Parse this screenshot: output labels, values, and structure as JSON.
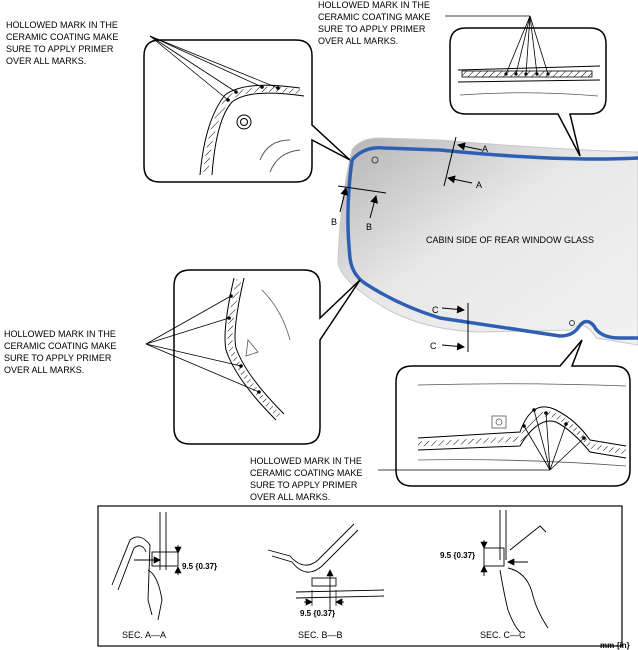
{
  "callouts": {
    "top_right": [
      "HOLLOWED MARK IN THE",
      "CERAMIC COATING MAKE",
      "SURE TO APPLY PRIMER",
      "OVER ALL MARKS."
    ],
    "top_left": [
      "HOLLOWED MARK IN THE",
      "CERAMIC COATING MAKE",
      "SURE TO APPLY PRIMER",
      "OVER ALL MARKS."
    ],
    "mid_left": [
      "HOLLOWED MARK IN THE",
      "CERAMIC COATING MAKE",
      "SURE TO APPLY PRIMER",
      "OVER ALL MARKS."
    ],
    "bottom": [
      "HOLLOWED MARK IN THE",
      "CERAMIC COATING MAKE",
      "SURE TO APPLY PRIMER",
      "OVER ALL MARKS."
    ]
  },
  "glass_label": "CABIN SIDE OF REAR WINDOW GLASS",
  "section_markers": {
    "a": "A",
    "b": "B",
    "c": "C"
  },
  "sections": {
    "aa": {
      "title": "SEC. A—A",
      "dimension": "9.5 {0.37}"
    },
    "bb": {
      "title": "SEC. B—B",
      "dimension": "9.5 {0.37}"
    },
    "cc": {
      "title": "SEC. C—C",
      "dimension": "9.5 {0.37}"
    }
  },
  "unit_label": "mm {in}",
  "colors": {
    "primer_line": "#2f5fb3",
    "glass_light": "#e6e6e6",
    "glass_dark": "#a8a8a8"
  }
}
